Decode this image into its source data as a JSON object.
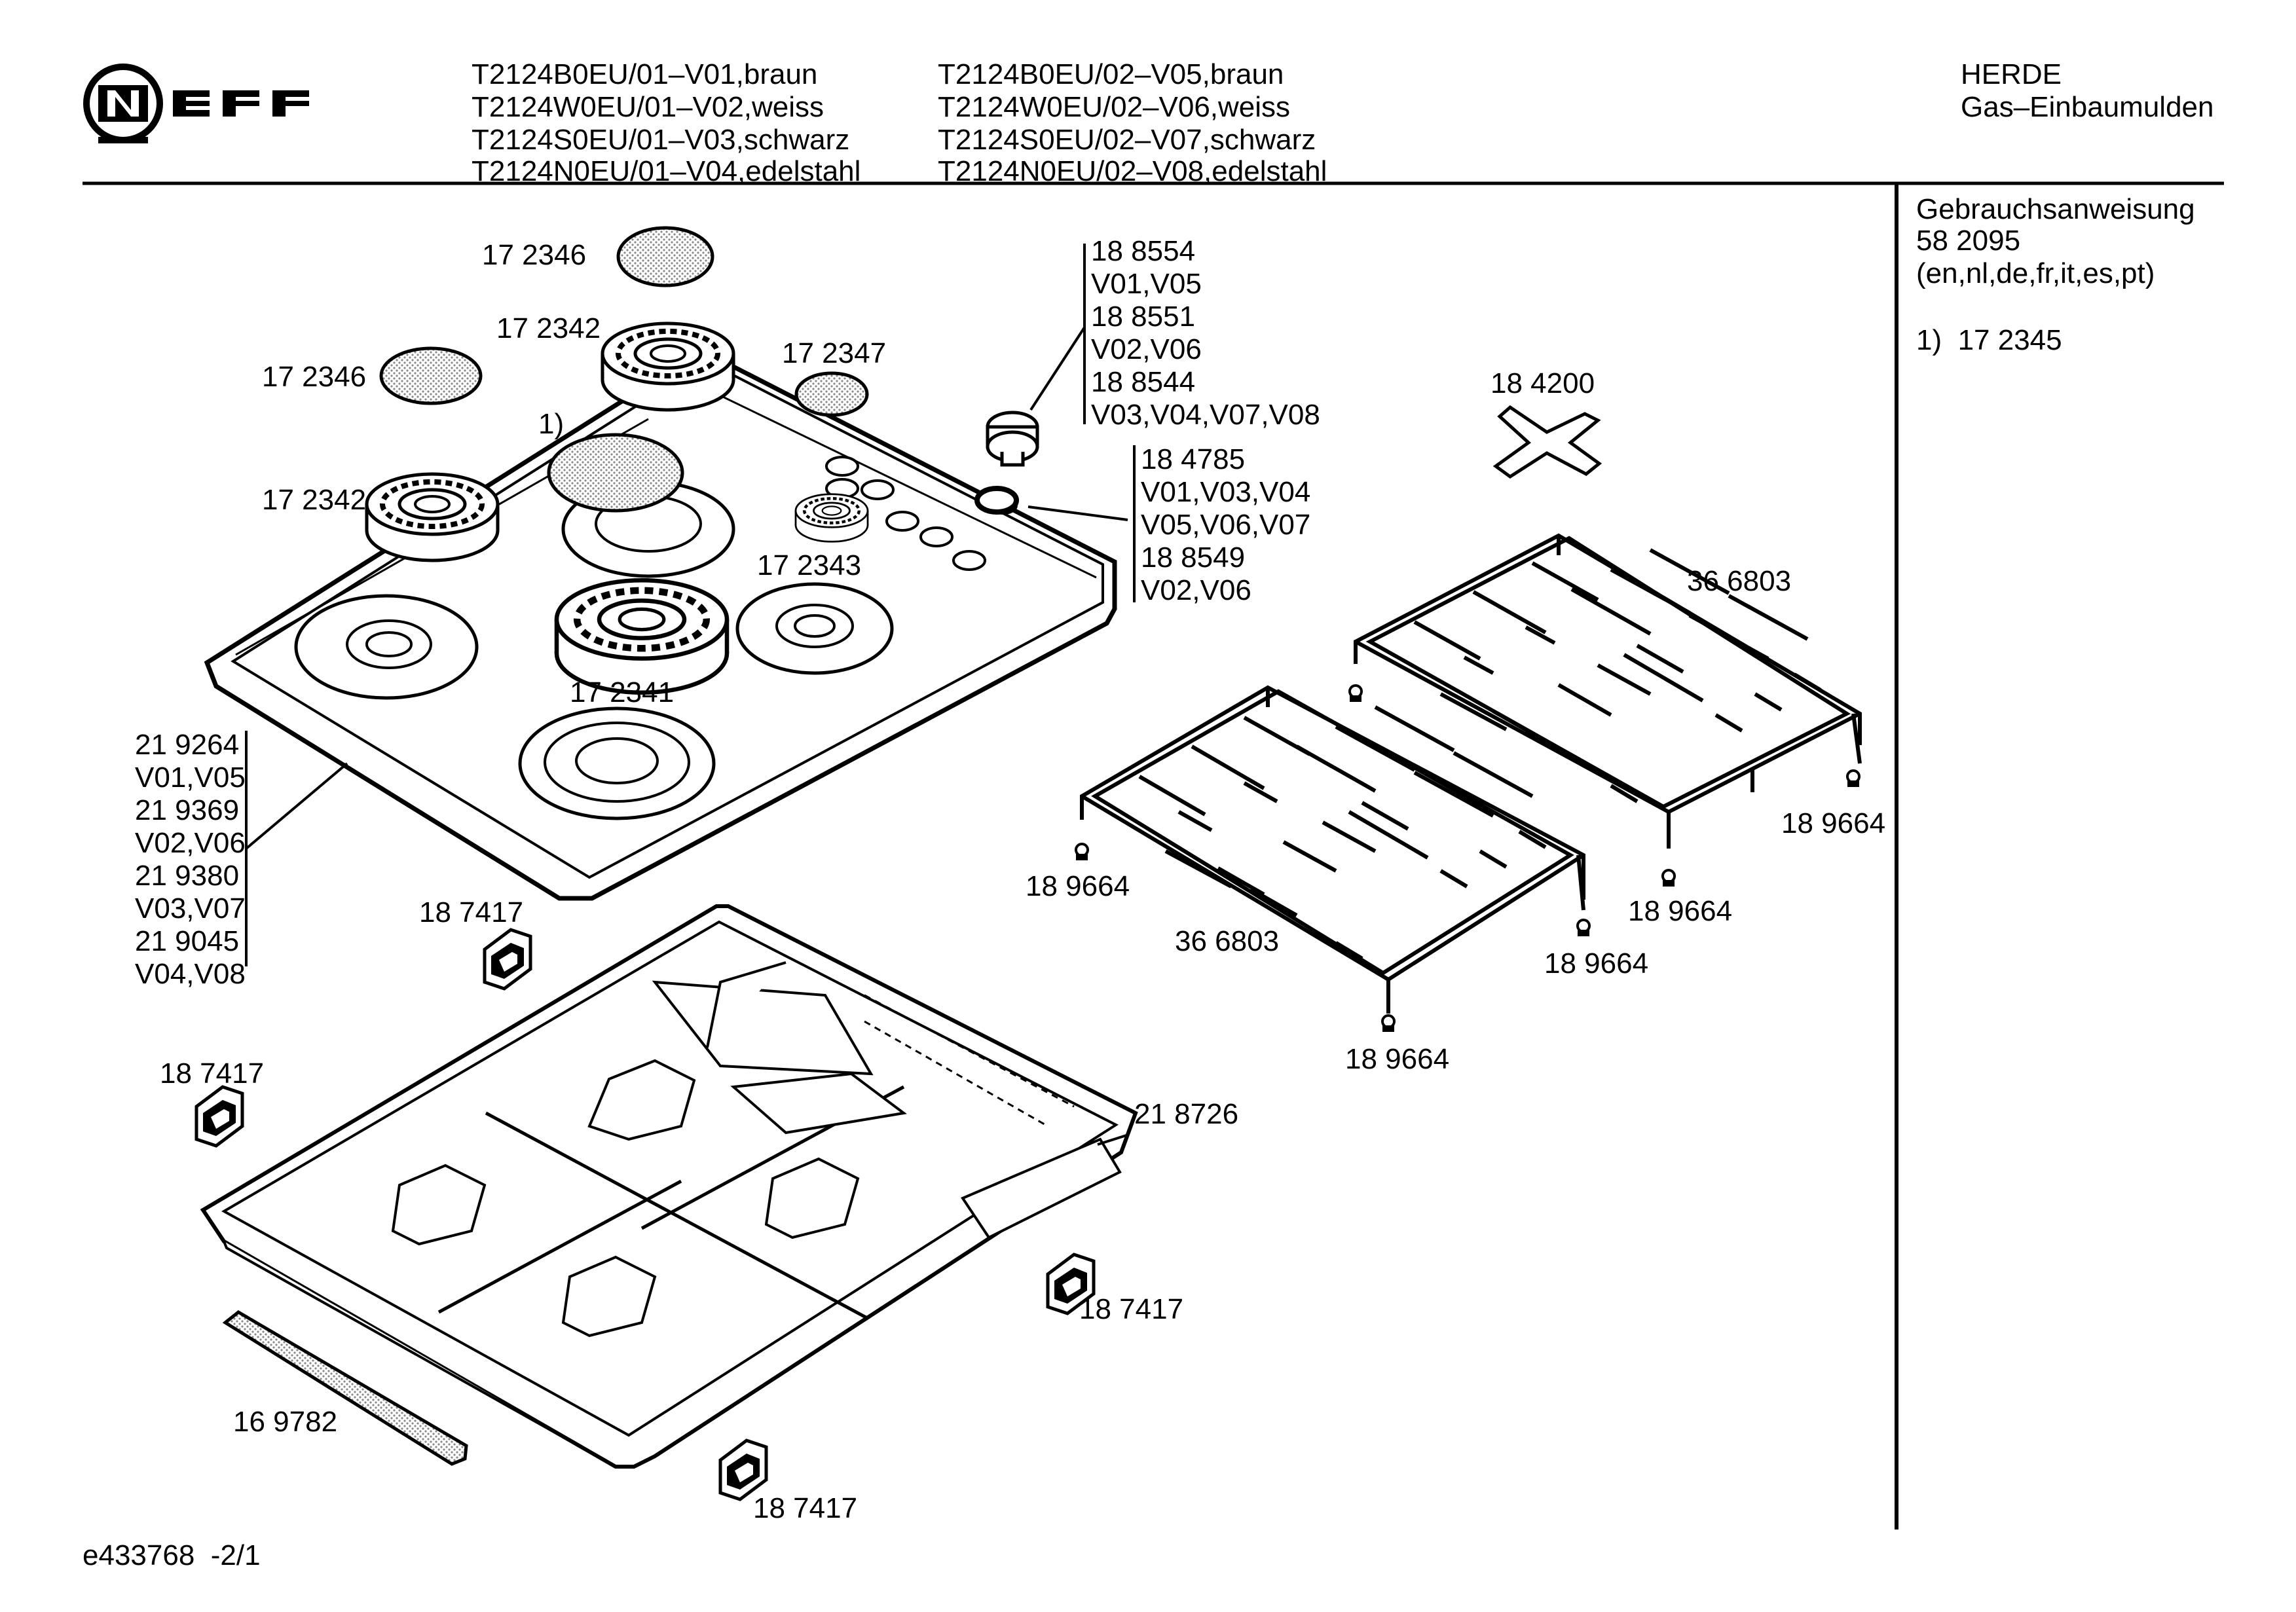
{
  "header": {
    "brand": "NEFF",
    "models_col1": [
      "T2124B0EU/01–V01,braun",
      "T2124W0EU/01–V02,weiss",
      "T2124S0EU/01–V03,schwarz",
      "T2124N0EU/01–V04,edelstahl"
    ],
    "models_col2": [
      "T2124B0EU/02–V05,braun",
      "T2124W0EU/02–V06,weiss",
      "T2124S0EU/02–V07,schwarz",
      "T2124N0EU/02–V08,edelstahl"
    ],
    "category": [
      "HERDE",
      "Gas–Einbaumulden"
    ]
  },
  "sidebar": {
    "lines": [
      "Gebrauchsanweisung",
      "58 2095",
      "(en,nl,de,fr,it,es,pt)"
    ],
    "note": "1)  17 2345"
  },
  "labels": {
    "cap_top": "17 2346",
    "cap_left": "17 2346",
    "burner_mid": "17 2342",
    "burner_left": "17 2342",
    "cap_small": "17 2347",
    "note_marker": "1)",
    "burner_small": "17 2343",
    "burner_large": "17 2341",
    "knob_list": [
      "18 8554",
      "V01,V05",
      "18 8551",
      "V02,V06",
      "18 8544",
      "V03,V04,V07,V08"
    ],
    "ring_list": [
      "18 4785",
      "V01,V03,V04",
      "V05,V06,V07",
      "18 8549",
      "V02,V06"
    ],
    "adapter": "18 4200",
    "grate_right": "36 6803",
    "grate_left": "36 6803",
    "hob_list": [
      "21 9264",
      "V01,V05",
      "21 9369",
      "V02,V06",
      "21 9380",
      "V03,V07",
      "21 9045",
      "V04,V08"
    ],
    "foot_1": "18 9664",
    "foot_2": "18 9664",
    "foot_3": "18 9664",
    "foot_4": "18 9664",
    "foot_5": "18 9664",
    "clip_1": "18 7417",
    "clip_2": "18 7417",
    "clip_3": "18 7417",
    "clip_4": "18 7417",
    "tray": "21 8726",
    "seal": "16 9782"
  },
  "footer": {
    "code": "e433768  -2/1"
  }
}
